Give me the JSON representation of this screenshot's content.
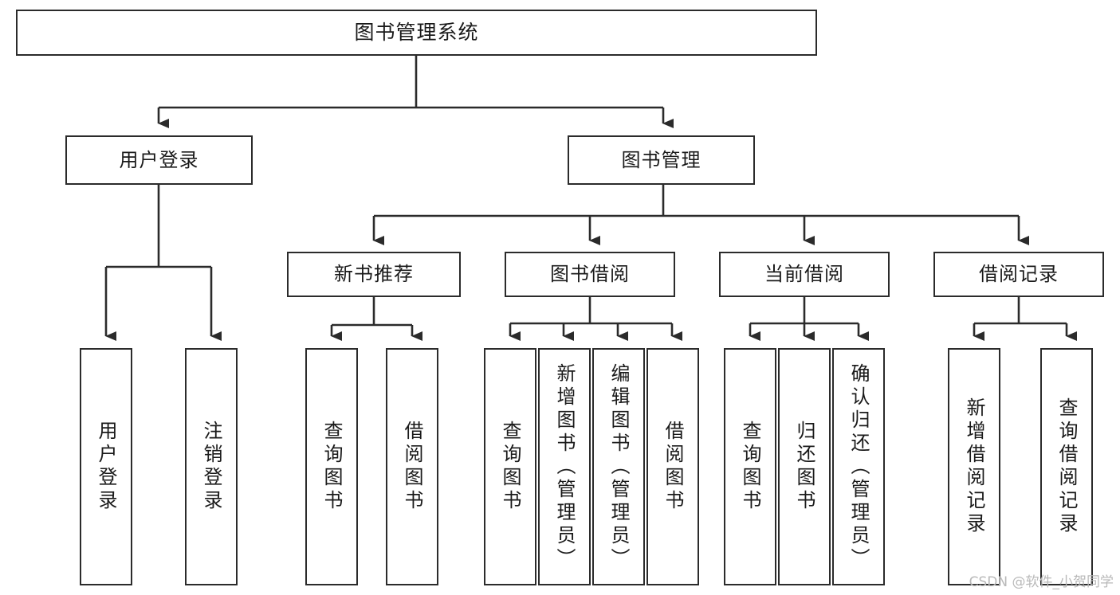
{
  "diagram": {
    "title": "图书管理系统",
    "type": "tree-hierarchy-diagram",
    "orientation": "top-down",
    "stroke_color": "#2b2b2b",
    "fill_color": "#ffffff",
    "text_color": "#1a1a1a"
  },
  "nodes": {
    "root": {
      "label": "图书管理系统",
      "level": 1
    },
    "level2": [
      {
        "id": "user-login",
        "label": "用户登录",
        "level": 2
      },
      {
        "id": "book-manage",
        "label": "图书管理",
        "level": 2
      }
    ],
    "level3": [
      {
        "id": "new-book-recommend",
        "label": "新书推荐",
        "level": 3,
        "parent": "book-manage"
      },
      {
        "id": "book-borrow",
        "label": "图书借阅",
        "level": 3,
        "parent": "book-manage"
      },
      {
        "id": "current-borrow",
        "label": "当前借阅",
        "level": 3,
        "parent": "book-manage"
      },
      {
        "id": "borrow-record",
        "label": "借阅记录",
        "level": 3,
        "parent": "book-manage"
      }
    ],
    "leaves": [
      {
        "id": "leaf-user-login",
        "label": "用户登录",
        "parent": "user-login"
      },
      {
        "id": "leaf-user-logout",
        "label": "注销登录",
        "parent": "user-login"
      },
      {
        "id": "leaf-query-book-1",
        "label": "查询图书",
        "parent": "new-book-recommend"
      },
      {
        "id": "leaf-borrow-book-1",
        "label": "借阅图书",
        "parent": "new-book-recommend"
      },
      {
        "id": "leaf-query-book-2",
        "label": "查询图书",
        "parent": "book-borrow"
      },
      {
        "id": "leaf-add-book",
        "label": "新增图书（管理员）",
        "parent": "book-borrow"
      },
      {
        "id": "leaf-edit-book",
        "label": "编辑图书（管理员）",
        "parent": "book-borrow"
      },
      {
        "id": "leaf-borrow-book-2",
        "label": "借阅图书",
        "parent": "book-borrow"
      },
      {
        "id": "leaf-query-book-3",
        "label": "查询图书",
        "parent": "current-borrow"
      },
      {
        "id": "leaf-return-book",
        "label": "归还图书",
        "parent": "current-borrow"
      },
      {
        "id": "leaf-confirm-return",
        "label": "确认归还（管理员）",
        "parent": "current-borrow"
      },
      {
        "id": "leaf-add-record",
        "label": "新增借阅记录",
        "parent": "borrow-record"
      },
      {
        "id": "leaf-query-record",
        "label": "查询借阅记录",
        "parent": "borrow-record"
      }
    ]
  },
  "watermark": {
    "text": "CSDN @软件_小贺同学"
  }
}
